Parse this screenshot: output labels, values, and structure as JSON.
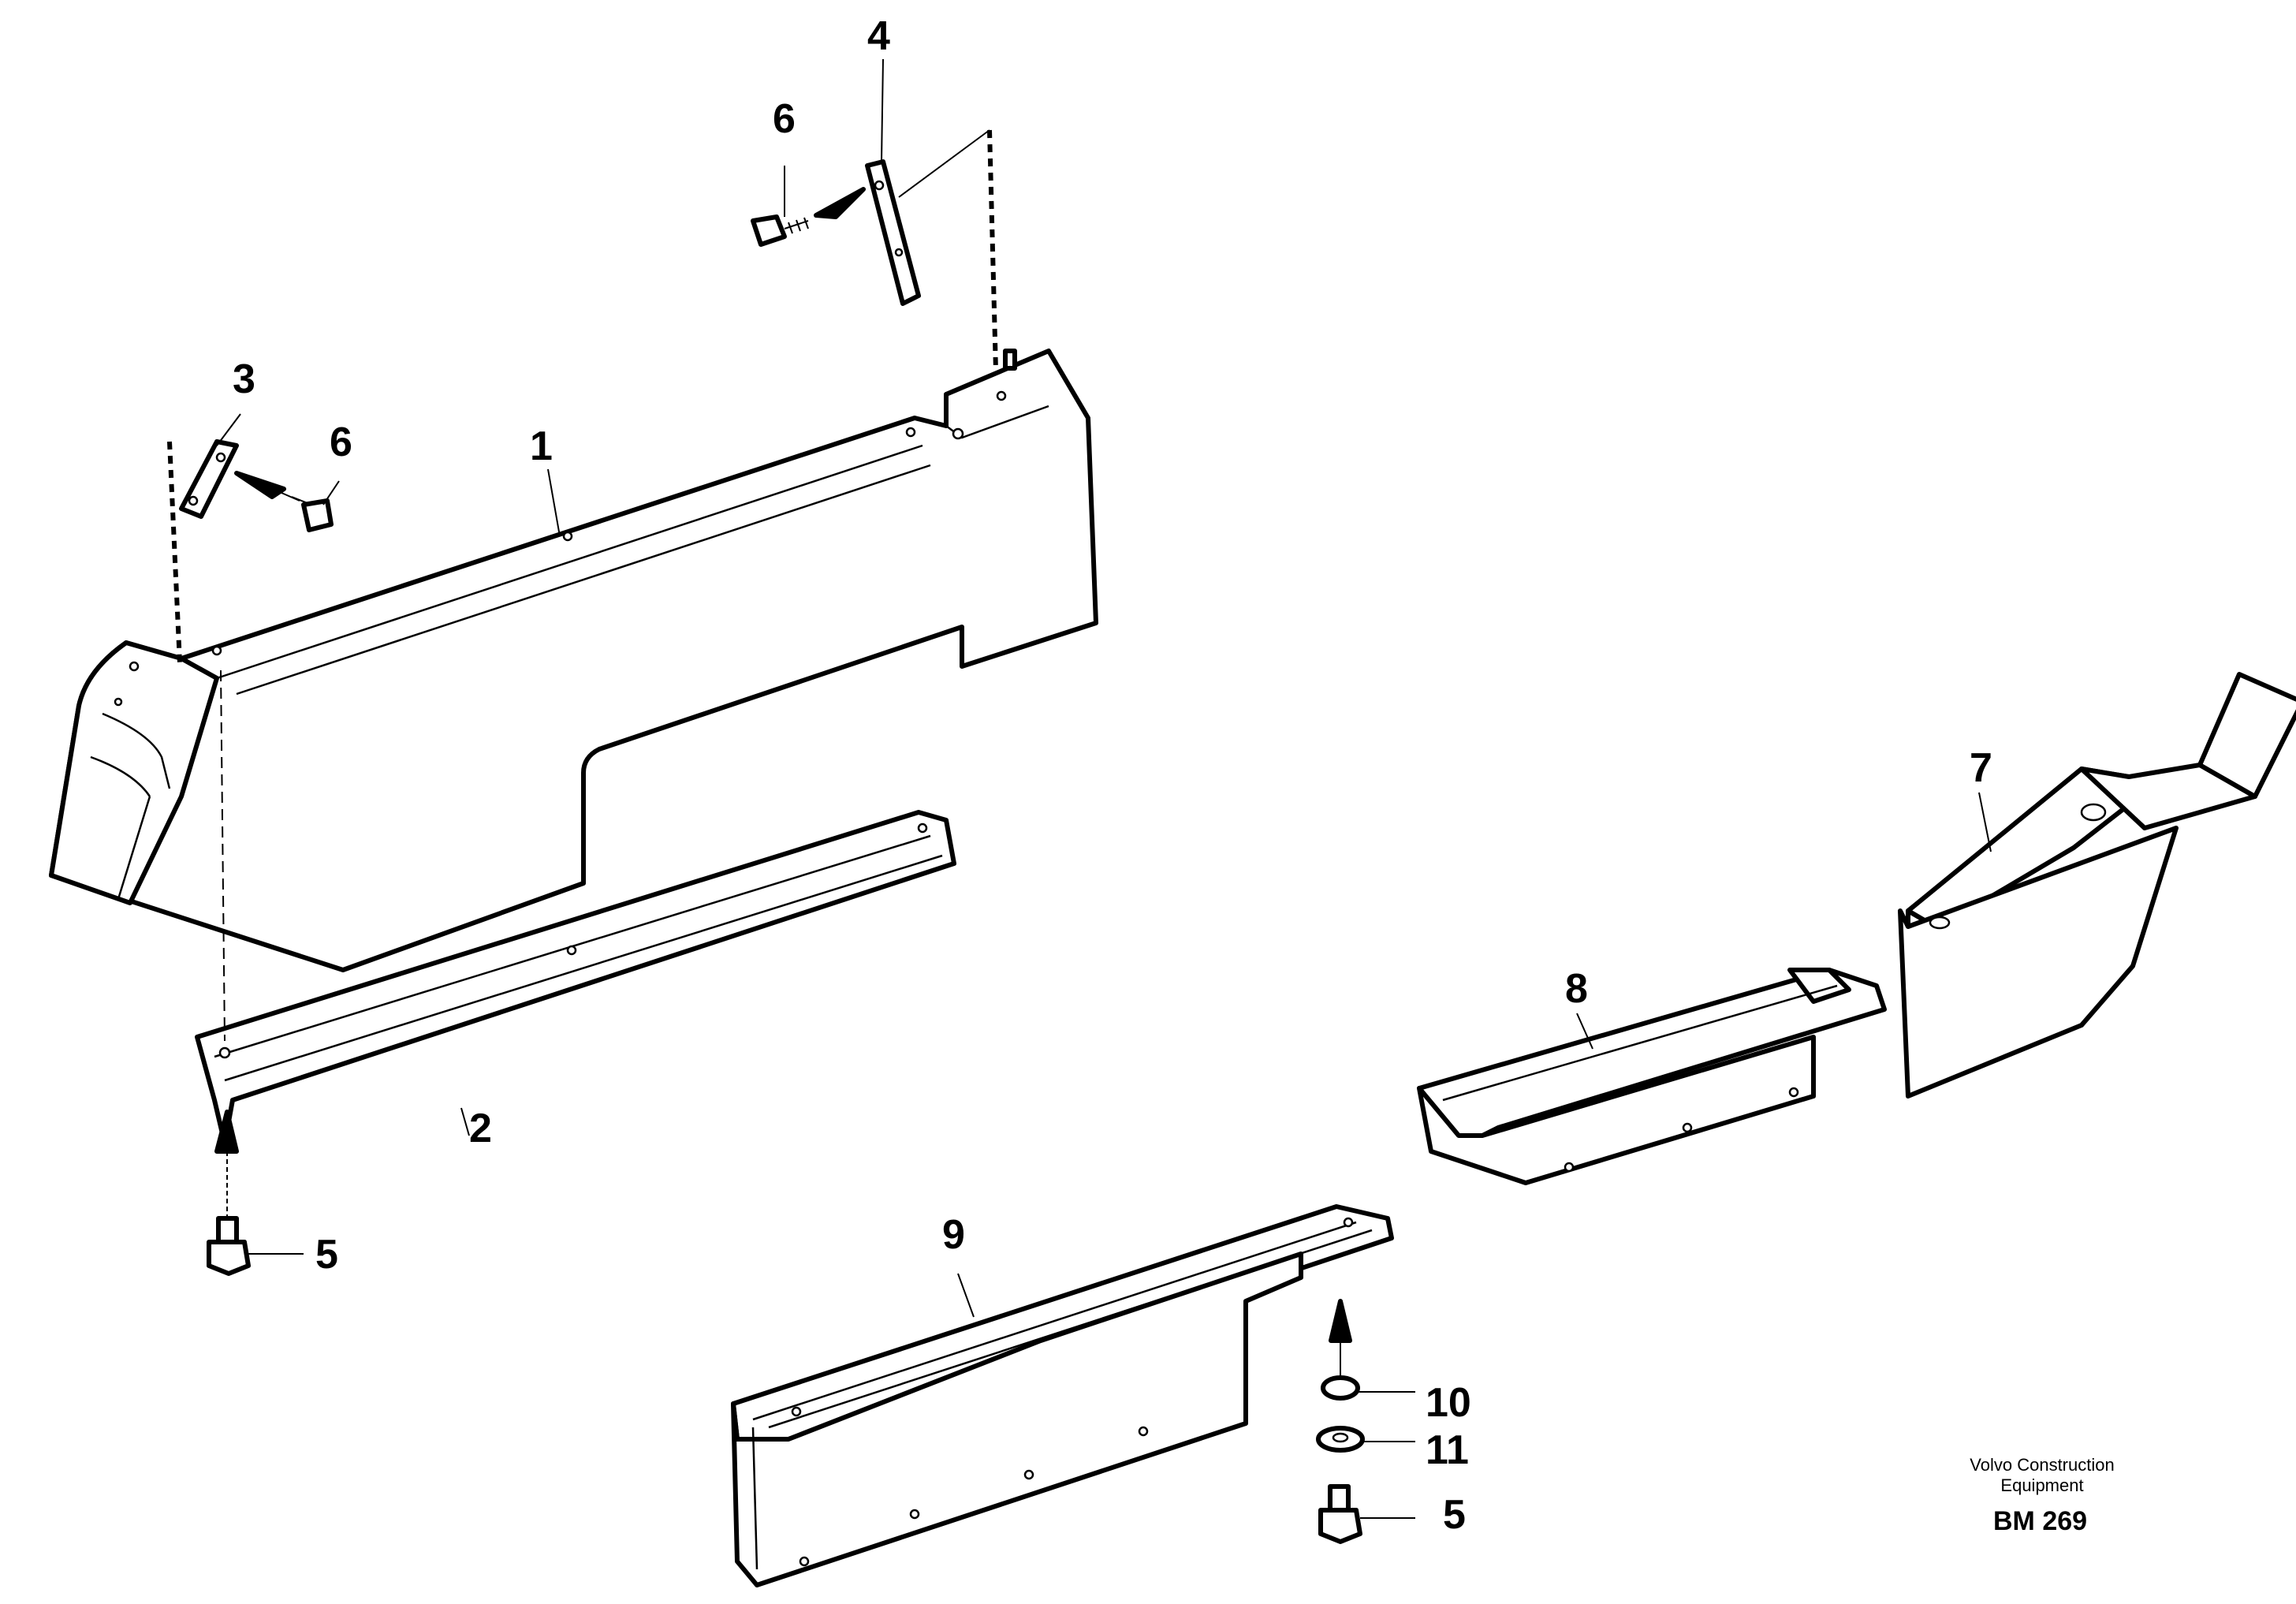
{
  "callouts": {
    "c1": "1",
    "c2": "2",
    "c3": "3",
    "c4": "4",
    "c5a": "5",
    "c5b": "5",
    "c6a": "6",
    "c6b": "6",
    "c7": "7",
    "c8": "8",
    "c9": "9",
    "c10": "10",
    "c11": "11"
  },
  "credit": {
    "line1": "Volvo Construction",
    "line2": "Equipment"
  },
  "figure_code": "BM 269"
}
